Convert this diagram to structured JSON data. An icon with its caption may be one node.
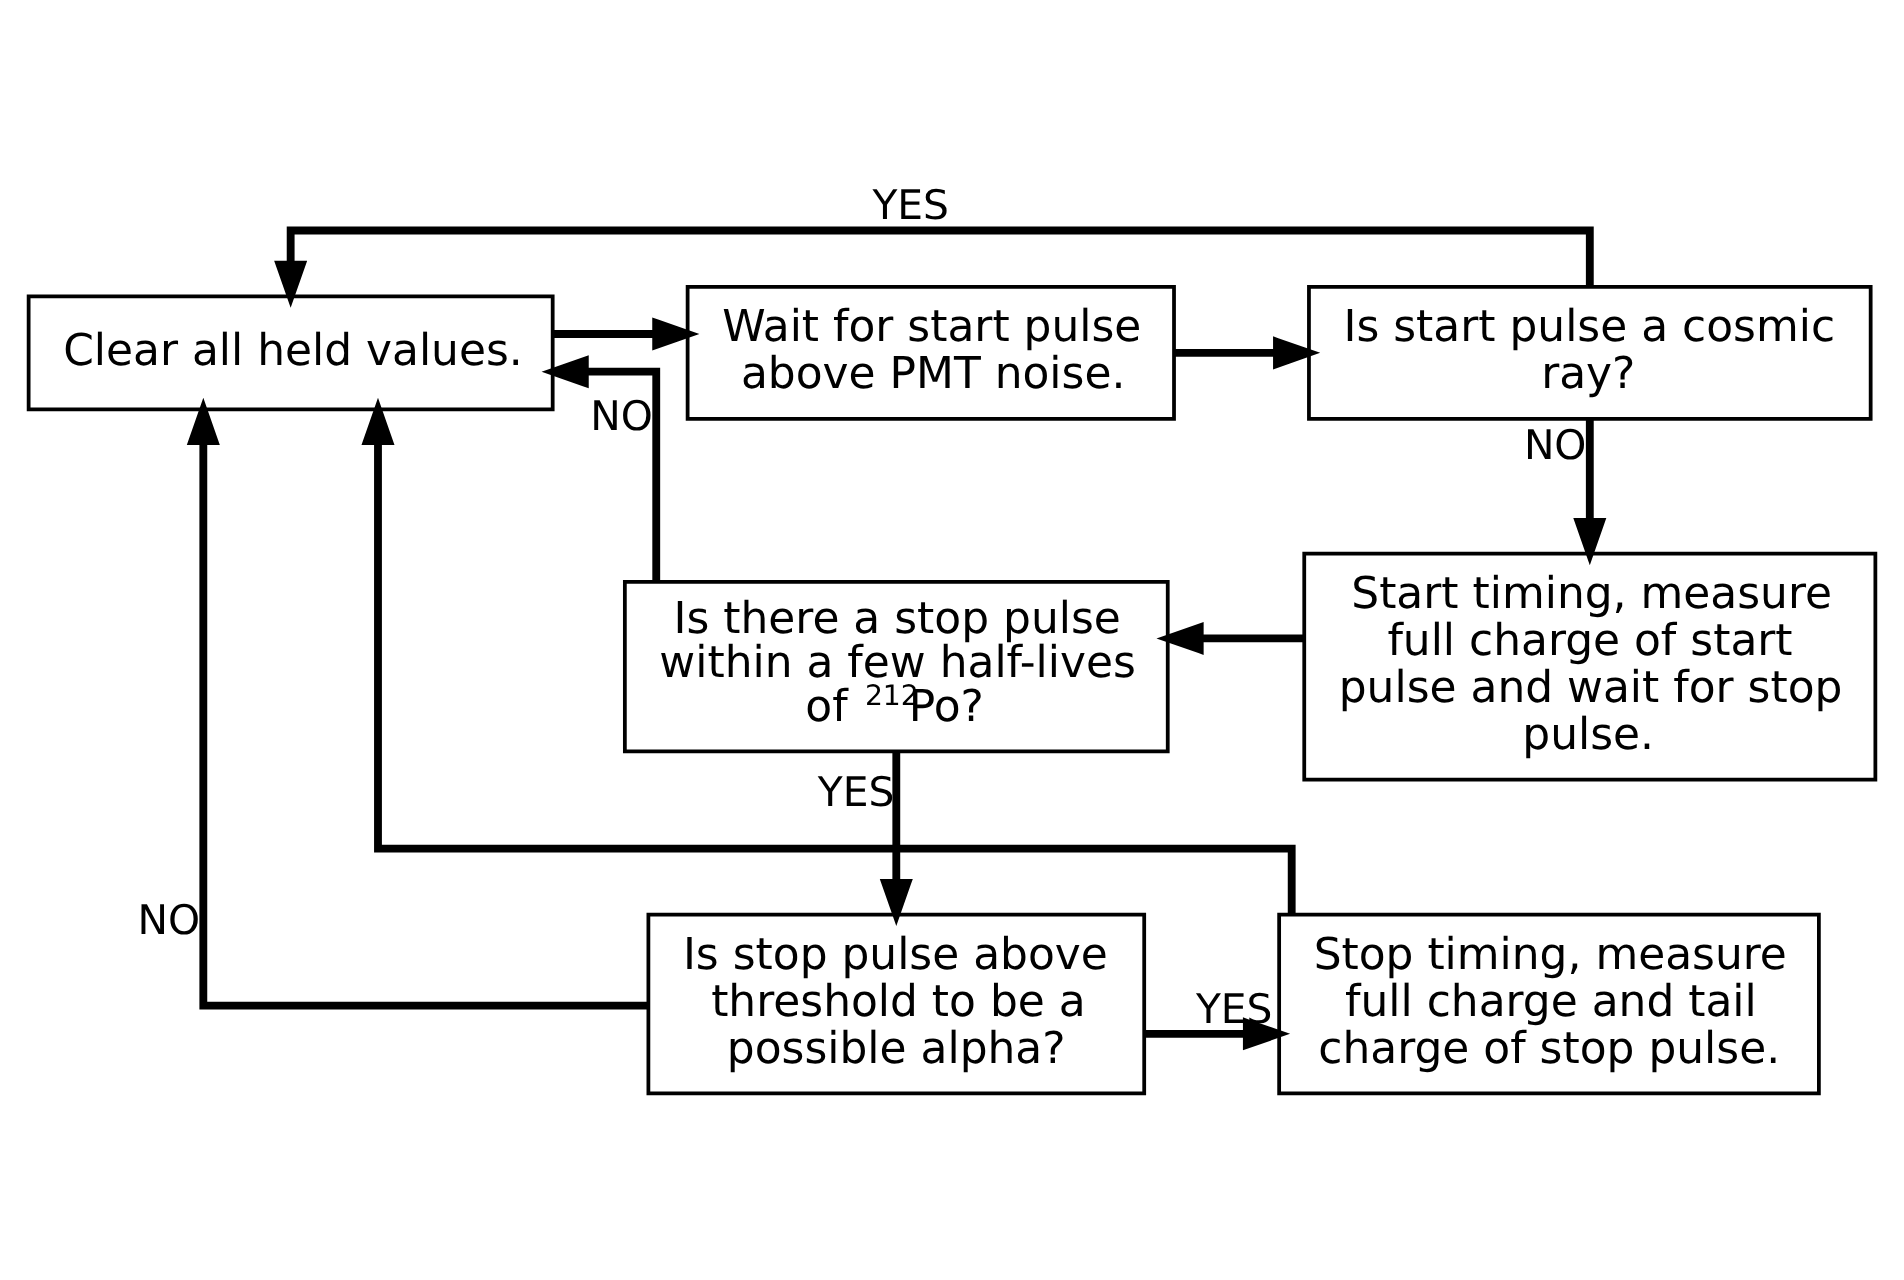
{
  "diagram": {
    "nodes": [
      {
        "text": [
          "Clear all held values."
        ]
      },
      {
        "text": [
          "Wait for start pulse above PMT noise."
        ]
      },
      {
        "text": [
          "Is start pulse a cosmic ray?"
        ]
      },
      {
        "text": [
          "Start timing, measure full charge of start pulse and wait for stop pulse."
        ]
      },
      {
        "text": [
          "Is there a stop pulse within a few half-lives of $^{212}$Po?"
        ]
      },
      {
        "text": [
          "Is stop pulse above threshold to be a possible alpha?"
        ]
      },
      {
        "text": [
          "Stop timing, measure full charge and tail charge of stop pulse."
        ]
      }
    ],
    "edges": [
      {
        "from": 0,
        "to": 1,
        "arrow": "to"
      },
      {
        "from": 1,
        "to": 2,
        "arrow": "to"
      },
      {
        "from": 2,
        "to": 0,
        "arrow": "to",
        "label": "YES"
      },
      {
        "from": 2,
        "to": 3,
        "arrow": "to",
        "label": "NO"
      },
      {
        "from": 3,
        "to": 4,
        "arrow": "to"
      },
      {
        "from": 4,
        "to": 0,
        "arrow": "to",
        "label": "NO"
      },
      {
        "from": 4,
        "to": 5,
        "arrow": "to",
        "label": "YES"
      },
      {
        "from": 5,
        "to": 0,
        "arrow": "to",
        "label": "NO"
      },
      {
        "from": 5,
        "to": 6,
        "arrow": "to",
        "label": "YES"
      },
      {
        "from": 6,
        "to": 0,
        "arrow": "to"
      }
    ]
  }
}
